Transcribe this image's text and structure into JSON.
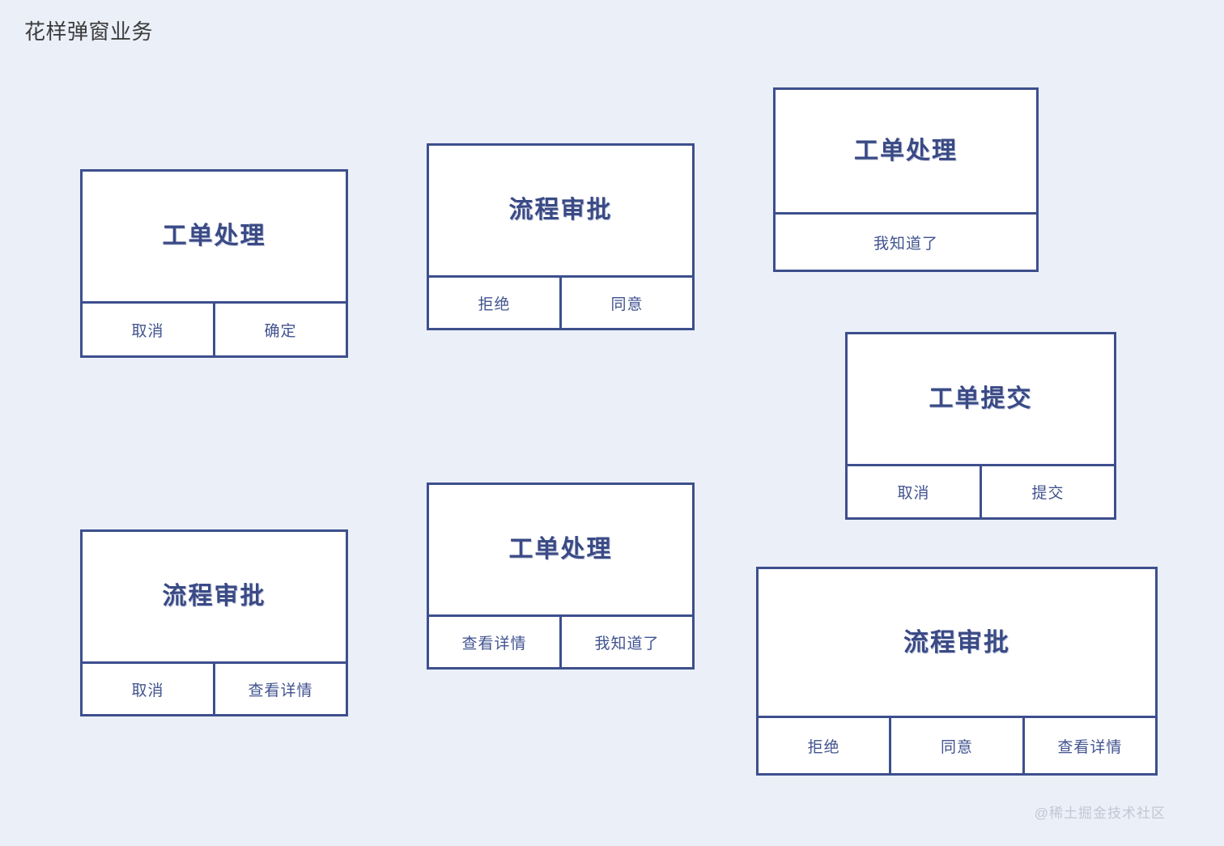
{
  "page": {
    "title": "花样弹窗业务",
    "watermark": "@稀土掘金技术社区",
    "colors": {
      "background": "#ebeff8",
      "border": "#3d4f8d",
      "dialog_surface": "#ffffff",
      "dialog_title_text": "#3a4a85",
      "button_text": "#41538f",
      "page_title_text": "#3c3c3c",
      "watermark_text": "#c2c7d4"
    }
  },
  "dialogs": [
    {
      "id": "dlg-1",
      "title": "工单处理",
      "buttons": [
        {
          "label": "取消"
        },
        {
          "label": "确定"
        }
      ]
    },
    {
      "id": "dlg-2",
      "title": "流程审批",
      "buttons": [
        {
          "label": "拒绝"
        },
        {
          "label": "同意"
        }
      ]
    },
    {
      "id": "dlg-3",
      "title": "工单处理",
      "buttons": [
        {
          "label": "我知道了"
        }
      ]
    },
    {
      "id": "dlg-4",
      "title": "工单提交",
      "buttons": [
        {
          "label": "取消"
        },
        {
          "label": "提交"
        }
      ]
    },
    {
      "id": "dlg-5",
      "title": "流程审批",
      "buttons": [
        {
          "label": "取消"
        },
        {
          "label": "查看详情"
        }
      ]
    },
    {
      "id": "dlg-6",
      "title": "工单处理",
      "buttons": [
        {
          "label": "查看详情"
        },
        {
          "label": "我知道了"
        }
      ]
    },
    {
      "id": "dlg-7",
      "title": "流程审批",
      "buttons": [
        {
          "label": "拒绝"
        },
        {
          "label": "同意"
        },
        {
          "label": "查看详情"
        }
      ]
    }
  ]
}
